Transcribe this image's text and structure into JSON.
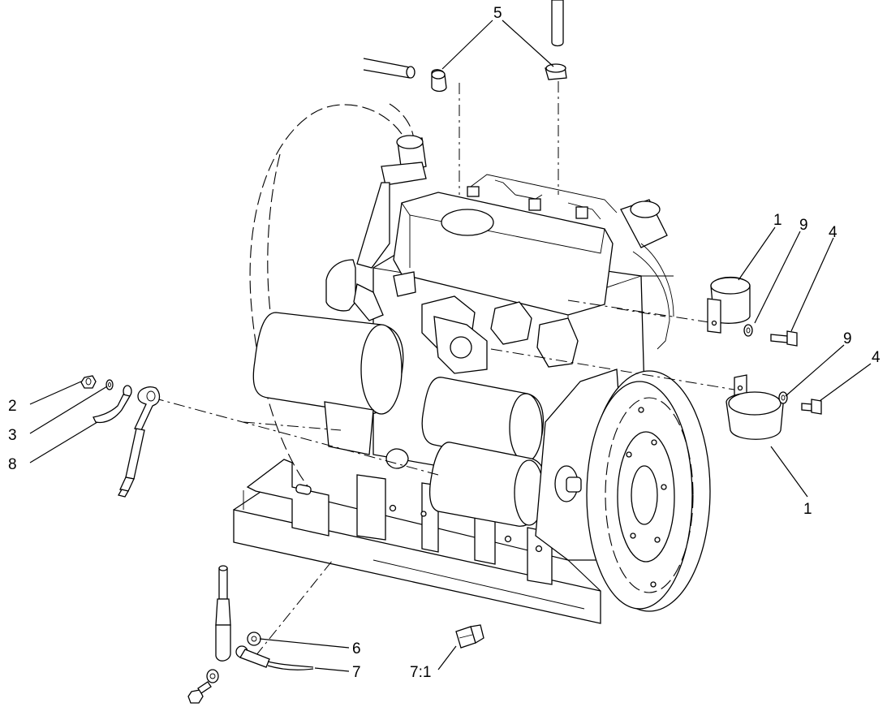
{
  "callouts": {
    "c5": "5",
    "c1a": "1",
    "c9a": "9",
    "c4a": "4",
    "c9b": "9",
    "c4b": "4",
    "c1b": "1",
    "c2": "2",
    "c3": "3",
    "c8": "8",
    "c6": "6",
    "c7": "7",
    "c71": "7:1"
  },
  "icons": {
    "engine": "engine-assembly-icon",
    "clamp": "p-clamp-icon",
    "bolt": "bolt-icon",
    "washer": "washer-icon",
    "cable": "battery-cable-icon",
    "connector": "connector-icon"
  }
}
